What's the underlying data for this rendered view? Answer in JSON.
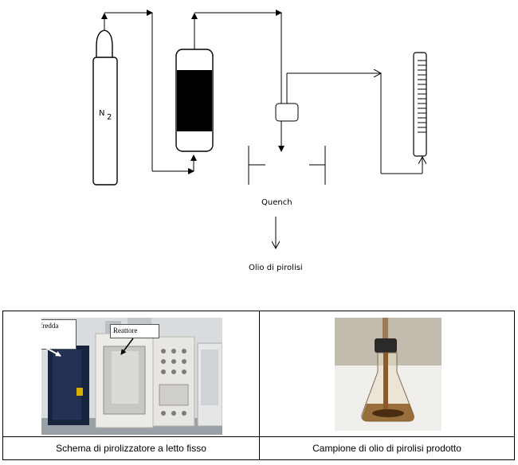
{
  "diagram": {
    "n2_label": "N",
    "n2_subscript": "2",
    "quench_label": "Quench",
    "product_label": "Olio di pirolisi"
  },
  "figure_table": {
    "left_photo": {
      "callout_cold_trap": "Trappola fredda",
      "callout_reactor": "Reattore"
    },
    "left_caption": "Schema di pirolizzatore a letto fisso",
    "right_caption": "Campione di olio di pirolisi prodotto"
  },
  "colors": {
    "line": "#000000",
    "reactor_bed": "#000000",
    "oil": "#8a5a1e"
  }
}
